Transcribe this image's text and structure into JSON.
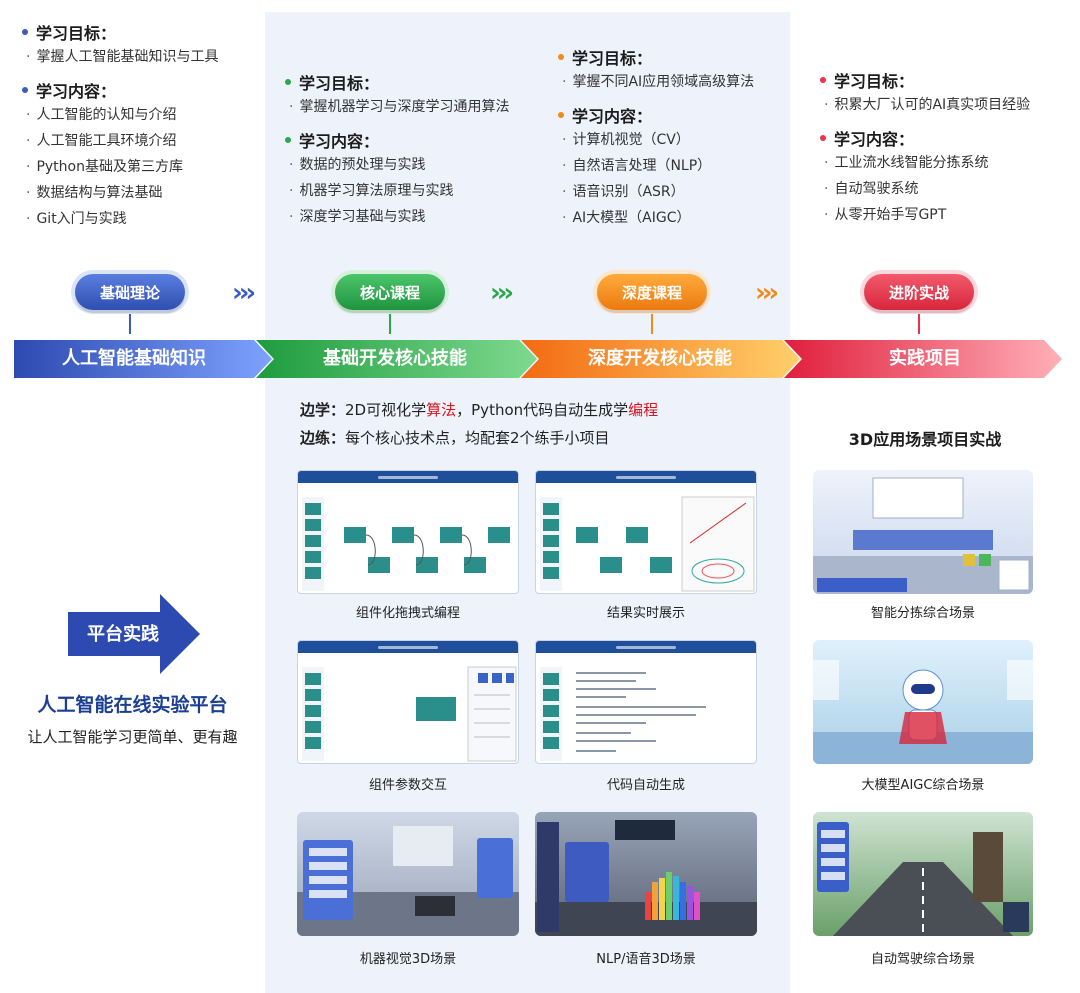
{
  "columns": [
    {
      "goal_title": "学习目标：",
      "goals": [
        "掌握人工智能基础知识与工具"
      ],
      "content_title": "学习内容：",
      "contents": [
        "人工智能的认知与介绍",
        "人工智能工具环境介绍",
        "Python基础及第三方库",
        "数据结构与算法基础",
        "Git入门与实践"
      ],
      "pill": "基础理论",
      "stage": "人工智能基础知识",
      "color": "#3b5bbf"
    },
    {
      "goal_title": "学习目标：",
      "goals": [
        "掌握机器学习与深度学习通用算法"
      ],
      "content_title": "学习内容：",
      "contents": [
        "数据的预处理与实践",
        "机器学习算法原理与实践",
        "深度学习基础与实践"
      ],
      "pill": "核心课程",
      "stage": "基础开发核心技能",
      "color": "#2aa84a"
    },
    {
      "goal_title": "学习目标：",
      "goals": [
        "掌握不同AI应用领域高级算法"
      ],
      "content_title": "学习内容：",
      "contents": [
        "计算机视觉（CV）",
        "自然语言处理（NLP）",
        "语音识别（ASR）",
        "AI大模型（AIGC）"
      ],
      "pill": "深度课程",
      "stage": "深度开发核心技能",
      "color": "#f08a18"
    },
    {
      "goal_title": "学习目标：",
      "goals": [
        "积累大厂认可的AI真实项目经验"
      ],
      "content_title": "学习内容：",
      "contents": [
        "工业流水线智能分拣系统",
        "自动驾驶系统",
        "从零开始手写GPT"
      ],
      "pill": "进阶实战",
      "stage": "实践项目",
      "color": "#e8334a"
    }
  ],
  "notes": {
    "line1_label": "边学：",
    "line1_text_a": "2D可视化学",
    "line1_red_a": "算法",
    "line1_text_b": "，Python代码自动生成学",
    "line1_red_b": "编程",
    "line2_label": "边练：",
    "line2_text": "每个核心技术点，均配套2个练手小项目"
  },
  "platform": {
    "arrow_label": "平台实践",
    "title": "人工智能在线实验平台",
    "subtitle": "让人工智能学习更简单、更有趣"
  },
  "screens": [
    "组件化拖拽式编程",
    "结果实时展示",
    "组件参数交互",
    "代码自动生成",
    "机器视觉3D场景",
    "NLP/语音3D场景"
  ],
  "projects": {
    "title": "3D应用场景项目实战",
    "items": [
      "智能分拣综合场景",
      "大模型AIGC综合场景",
      "自动驾驶综合场景"
    ]
  }
}
